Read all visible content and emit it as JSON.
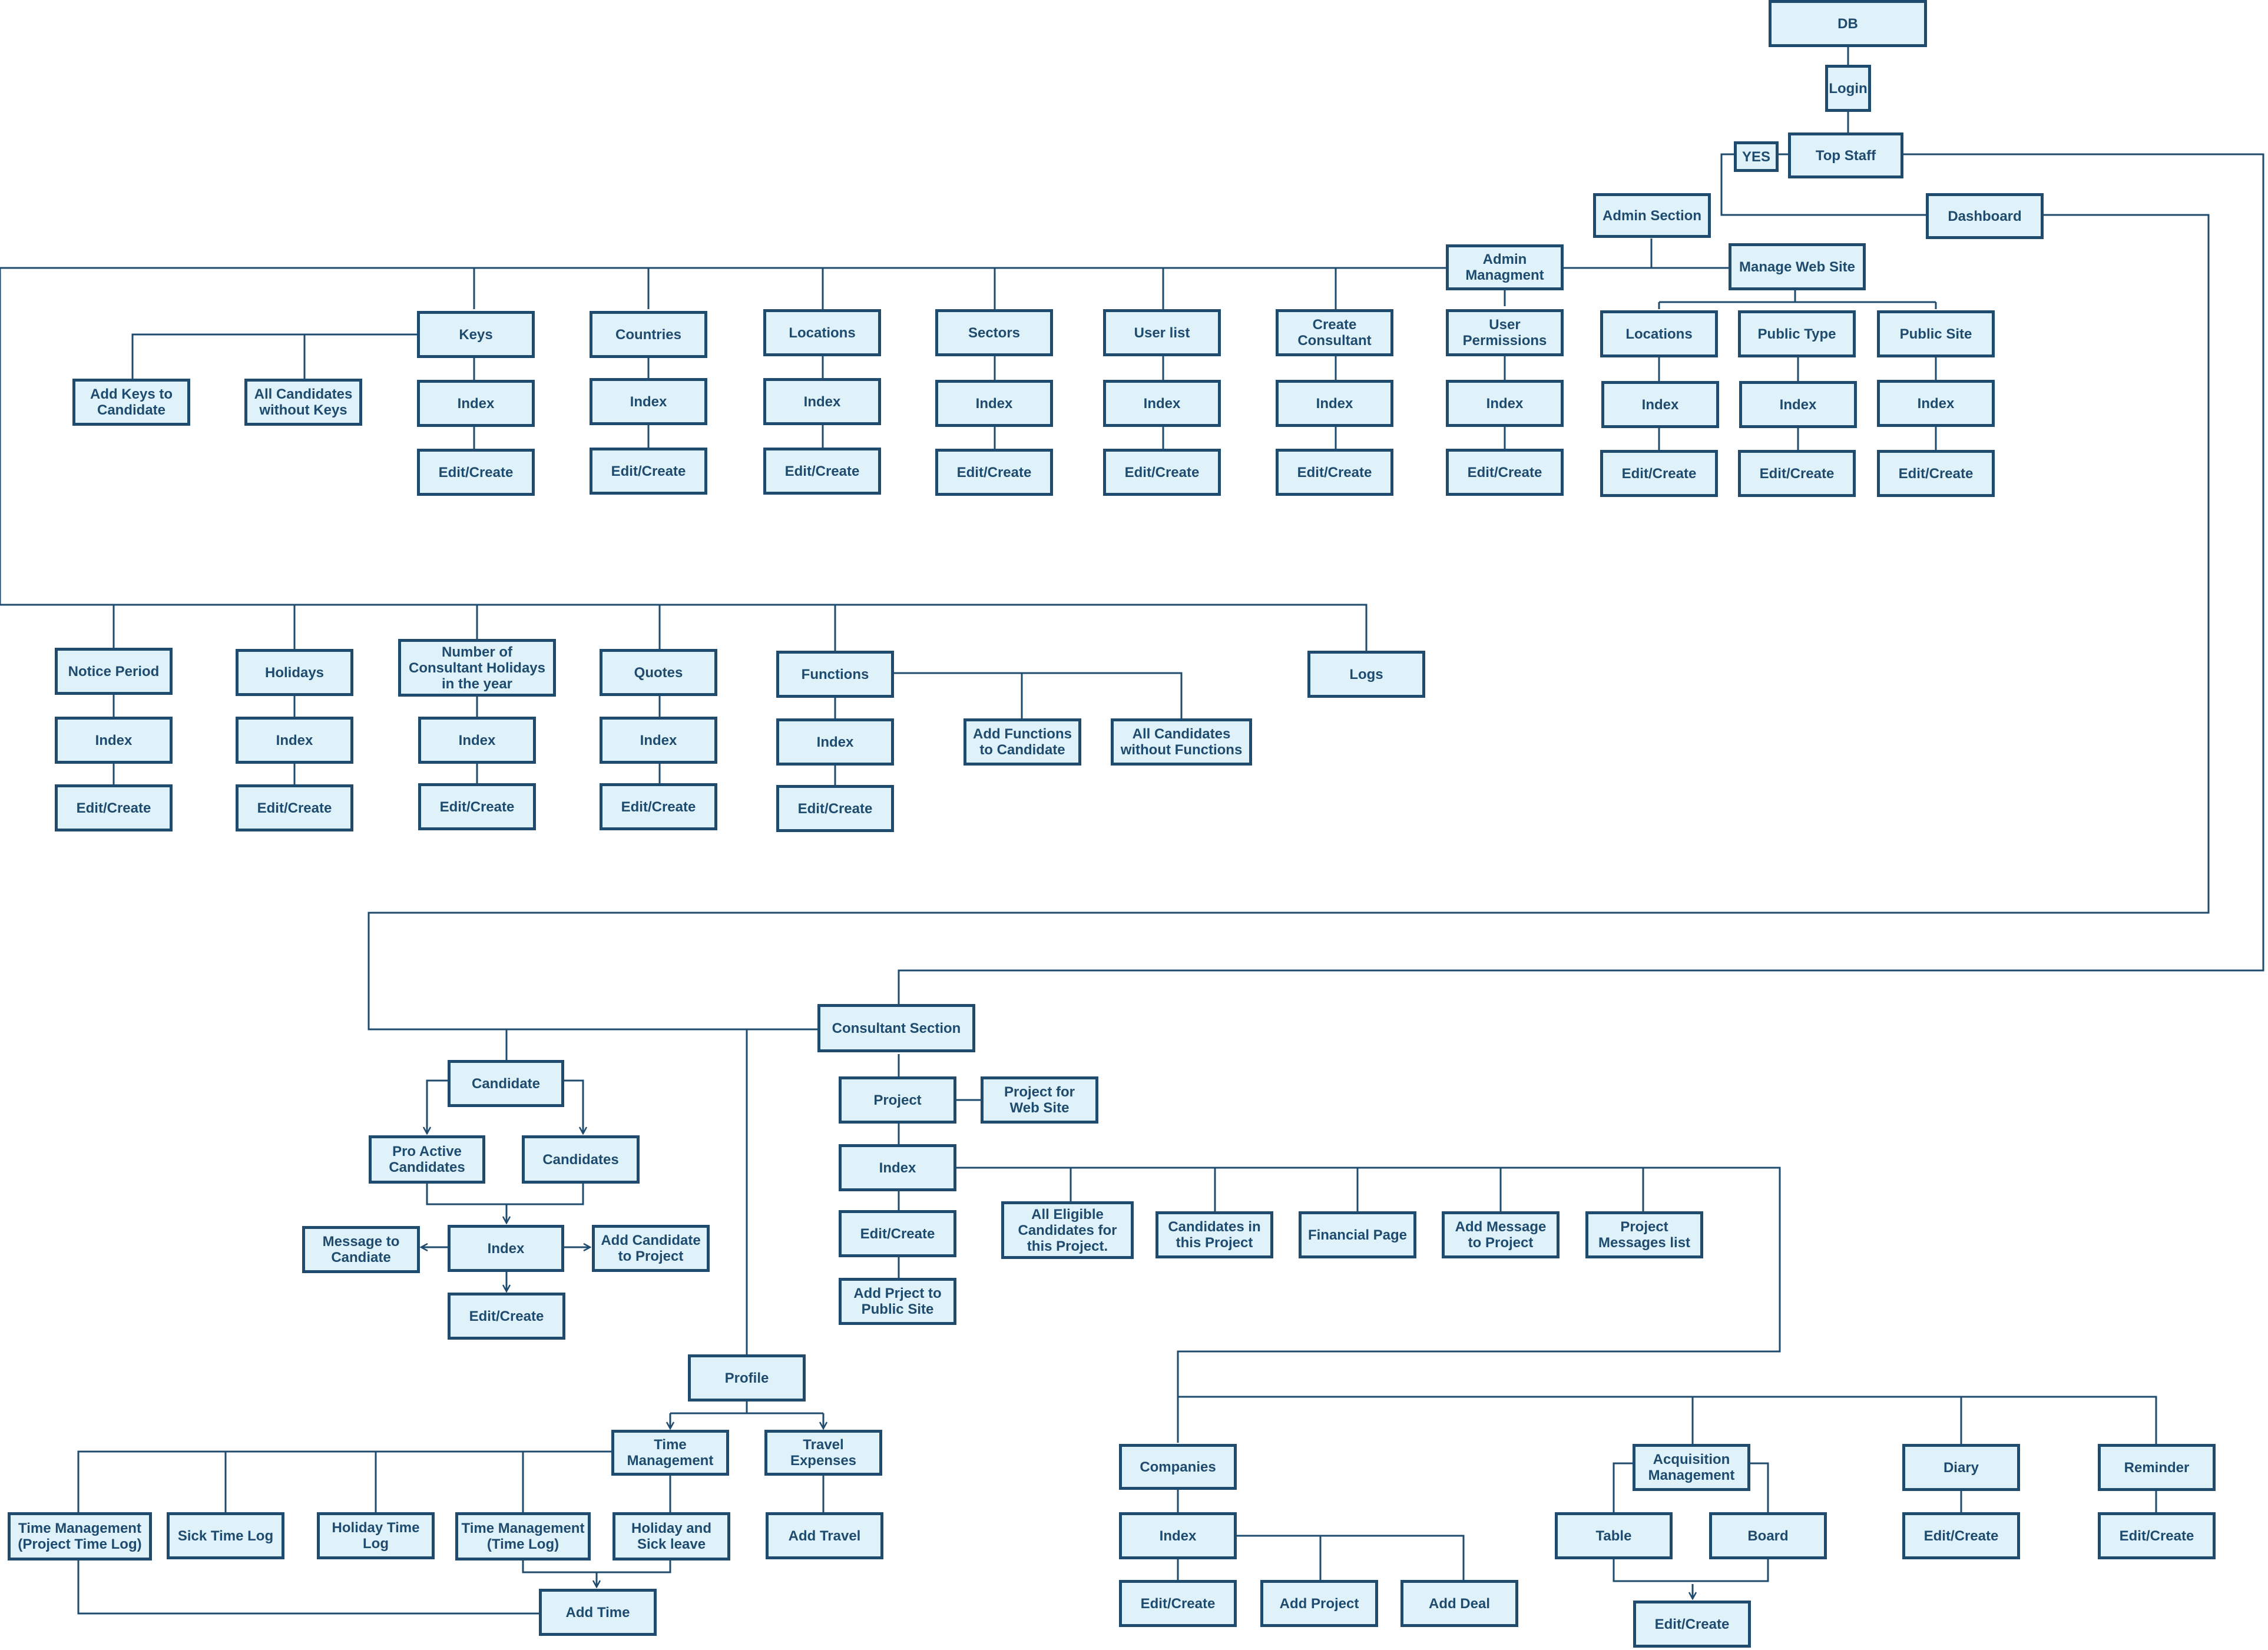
{
  "diagram": {
    "nodes": [
      {
        "id": "db",
        "label": "DB"
      },
      {
        "id": "login",
        "label": "Login"
      },
      {
        "id": "yes",
        "label": "YES"
      },
      {
        "id": "top-staff",
        "label": "Top Staff"
      },
      {
        "id": "admin-section",
        "label": "Admin Section"
      },
      {
        "id": "dashboard",
        "label": "Dashboard"
      },
      {
        "id": "admin-managment",
        "label": "Admin\nManagment"
      },
      {
        "id": "manage-web-site",
        "label": "Manage Web Site"
      },
      {
        "id": "keys",
        "label": "Keys"
      },
      {
        "id": "keys-index",
        "label": "Index"
      },
      {
        "id": "keys-edit",
        "label": "Edit/Create"
      },
      {
        "id": "add-keys-to-candidate",
        "label": "Add Keys to\nCandidate"
      },
      {
        "id": "all-candidates-without-keys",
        "label": "All Candidates\nwithout Keys"
      },
      {
        "id": "countries",
        "label": "Countries"
      },
      {
        "id": "countries-index",
        "label": "Index"
      },
      {
        "id": "countries-edit",
        "label": "Edit/Create"
      },
      {
        "id": "locations",
        "label": "Locations"
      },
      {
        "id": "locations-index",
        "label": "Index"
      },
      {
        "id": "locations-edit",
        "label": "Edit/Create"
      },
      {
        "id": "sectors",
        "label": "Sectors"
      },
      {
        "id": "sectors-index",
        "label": "Index"
      },
      {
        "id": "sectors-edit",
        "label": "Edit/Create"
      },
      {
        "id": "user-list",
        "label": "User list"
      },
      {
        "id": "user-list-index",
        "label": "Index"
      },
      {
        "id": "user-list-edit",
        "label": "Edit/Create"
      },
      {
        "id": "create-consultant",
        "label": "Create\nConsultant"
      },
      {
        "id": "create-consultant-index",
        "label": "Index"
      },
      {
        "id": "create-consultant-edit",
        "label": "Edit/Create"
      },
      {
        "id": "user-permissions",
        "label": "User\nPermissions"
      },
      {
        "id": "user-permissions-index",
        "label": "Index"
      },
      {
        "id": "user-permissions-edit",
        "label": "Edit/Create"
      },
      {
        "id": "web-locations",
        "label": "Locations"
      },
      {
        "id": "web-locations-index",
        "label": "Index"
      },
      {
        "id": "web-locations-edit",
        "label": "Edit/Create"
      },
      {
        "id": "public-type",
        "label": "Public Type"
      },
      {
        "id": "public-type-index",
        "label": "Index"
      },
      {
        "id": "public-type-edit",
        "label": "Edit/Create"
      },
      {
        "id": "public-site",
        "label": "Public Site"
      },
      {
        "id": "public-site-index",
        "label": "Index"
      },
      {
        "id": "public-site-edit",
        "label": "Edit/Create"
      },
      {
        "id": "notice-period",
        "label": "Notice Period"
      },
      {
        "id": "notice-period-index",
        "label": "Index"
      },
      {
        "id": "notice-period-edit",
        "label": "Edit/Create"
      },
      {
        "id": "holidays",
        "label": "Holidays"
      },
      {
        "id": "holidays-index",
        "label": "Index"
      },
      {
        "id": "holidays-edit",
        "label": "Edit/Create"
      },
      {
        "id": "consultant-holidays",
        "label": "Number of\nConsultant  Holidays\nin the year"
      },
      {
        "id": "consultant-holidays-index",
        "label": "Index"
      },
      {
        "id": "consultant-holidays-edit",
        "label": "Edit/Create"
      },
      {
        "id": "quotes",
        "label": "Quotes"
      },
      {
        "id": "quotes-index",
        "label": "Index"
      },
      {
        "id": "quotes-edit",
        "label": "Edit/Create"
      },
      {
        "id": "functions",
        "label": "Functions"
      },
      {
        "id": "functions-index",
        "label": "Index"
      },
      {
        "id": "functions-edit",
        "label": "Edit/Create"
      },
      {
        "id": "add-functions-to-candidate",
        "label": "Add Functions\nto Candidate"
      },
      {
        "id": "all-candidates-without-functions",
        "label": "All Candidates\nwithout Functions"
      },
      {
        "id": "logs",
        "label": "Logs"
      },
      {
        "id": "consultant-section",
        "label": "Consultant Section"
      },
      {
        "id": "candidate",
        "label": "Candidate"
      },
      {
        "id": "pro-active-candidates",
        "label": "Pro Active\nCandidates"
      },
      {
        "id": "candidates",
        "label": "Candidates"
      },
      {
        "id": "candidate-index",
        "label": "Index"
      },
      {
        "id": "message-to-candiate",
        "label": "Message to\nCandiate"
      },
      {
        "id": "add-candidate-to-project",
        "label": "Add Candidate\nto Project"
      },
      {
        "id": "candidate-edit",
        "label": "Edit/Create"
      },
      {
        "id": "project",
        "label": "Project"
      },
      {
        "id": "project-for-web-site",
        "label": "Project for\nWeb Site"
      },
      {
        "id": "project-index",
        "label": "Index"
      },
      {
        "id": "project-edit",
        "label": "Edit/Create"
      },
      {
        "id": "add-prject-to-public-site",
        "label": "Add Prject to\nPublic Site"
      },
      {
        "id": "all-eligible-candidates",
        "label": "All Eligible\nCandidates for\nthis Project."
      },
      {
        "id": "candidates-in-this-project",
        "label": "Candidates in\nthis Project"
      },
      {
        "id": "financial-page",
        "label": "Financial Page"
      },
      {
        "id": "add-message-to-project",
        "label": "Add Message\nto Project"
      },
      {
        "id": "project-messages-list",
        "label": "Project\nMessages list"
      },
      {
        "id": "profile",
        "label": "Profile"
      },
      {
        "id": "time-management",
        "label": "Time\nManagement"
      },
      {
        "id": "travel-expenses",
        "label": "Travel\nExpenses"
      },
      {
        "id": "add-travel",
        "label": "Add Travel"
      },
      {
        "id": "tm-project-time-log",
        "label": "Time Management\n(Project Time Log)"
      },
      {
        "id": "sick-time-log",
        "label": "Sick Time Log"
      },
      {
        "id": "holiday-time-log",
        "label": "Holiday Time Log"
      },
      {
        "id": "tm-time-log",
        "label": "Time Management\n(Time Log)"
      },
      {
        "id": "holiday-and-sick-leave",
        "label": "Holiday and\nSick leave"
      },
      {
        "id": "add-time",
        "label": "Add Time"
      },
      {
        "id": "companies",
        "label": "Companies"
      },
      {
        "id": "companies-index",
        "label": "Index"
      },
      {
        "id": "companies-edit",
        "label": "Edit/Create"
      },
      {
        "id": "add-project",
        "label": "Add Project"
      },
      {
        "id": "add-deal",
        "label": "Add Deal"
      },
      {
        "id": "acquisition-management",
        "label": "Acquisition\nManagement"
      },
      {
        "id": "table",
        "label": "Table"
      },
      {
        "id": "board",
        "label": "Board"
      },
      {
        "id": "acquisition-edit",
        "label": "Edit/Create"
      },
      {
        "id": "diary",
        "label": "Diary"
      },
      {
        "id": "diary-edit",
        "label": "Edit/Create"
      },
      {
        "id": "reminder",
        "label": "Reminder"
      },
      {
        "id": "reminder-edit",
        "label": "Edit/Create"
      }
    ]
  }
}
